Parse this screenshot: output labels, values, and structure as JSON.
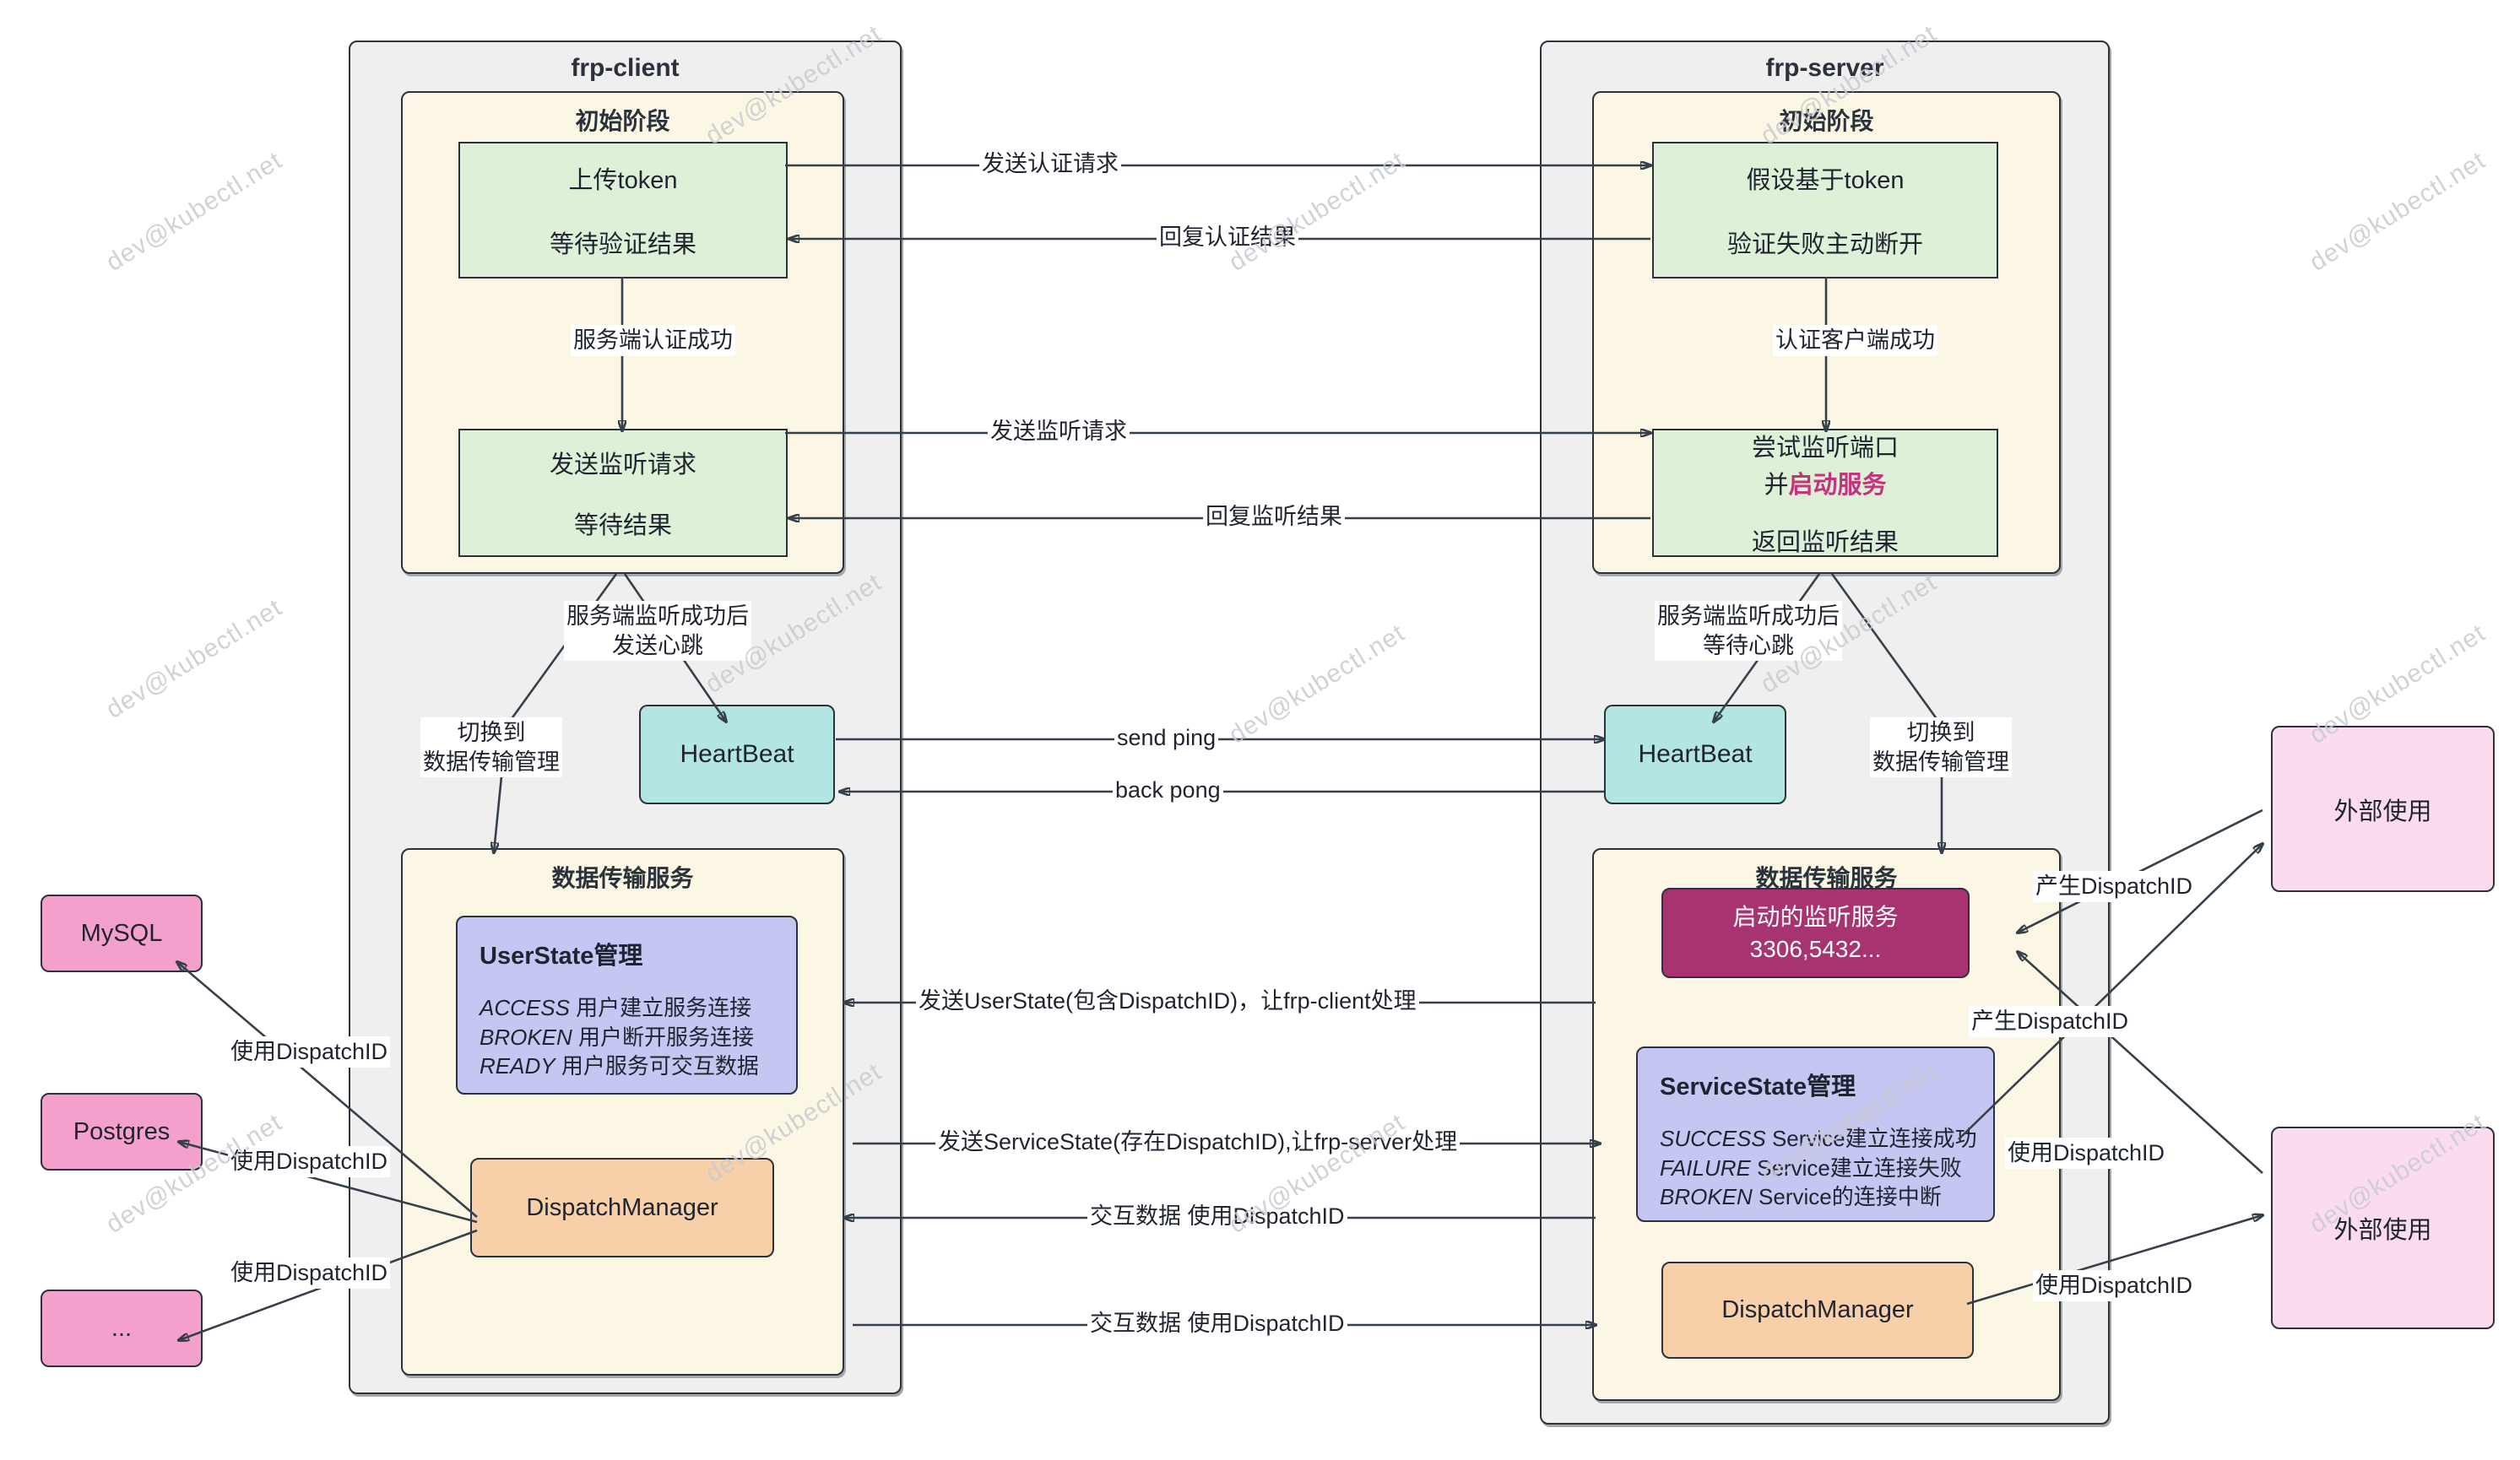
{
  "panels": {
    "client": {
      "title": "frp-client"
    },
    "server": {
      "title": "frp-server"
    }
  },
  "phases": {
    "client_init": {
      "title": "初始阶段"
    },
    "server_init": {
      "title": "初始阶段"
    },
    "client_data": {
      "title": "数据传输服务"
    },
    "server_data": {
      "title": "数据传输服务"
    }
  },
  "nodes": {
    "client_token": {
      "line1": "上传token",
      "line2": "等待验证结果"
    },
    "server_token": {
      "line1": "假设基于token",
      "line2": "验证失败主动断开"
    },
    "client_listen": {
      "line1": "发送监听请求",
      "line2": "等待结果"
    },
    "server_listen": {
      "line1": "尝试监听端口",
      "line2_prefix": "并",
      "line2_accent": "启动服务",
      "line3": "返回监听结果"
    },
    "client_heartbeat": {
      "label": "HeartBeat"
    },
    "server_heartbeat": {
      "label": "HeartBeat"
    },
    "userstate": {
      "header": "UserState管理",
      "rows": [
        {
          "state": "ACCESS",
          "desc": "用户建立服务连接"
        },
        {
          "state": "BROKEN",
          "desc": "用户断开服务连接"
        },
        {
          "state": "READY",
          "desc": " 用户服务可交互数据"
        }
      ]
    },
    "servicestate": {
      "header": "ServiceState管理",
      "rows": [
        {
          "state": "SUCCESS",
          "desc": "Service建立连接成功"
        },
        {
          "state": "FAILURE",
          "desc": "Service建立连接失败"
        },
        {
          "state": "BROKEN",
          "desc": "Service的连接中断"
        }
      ]
    },
    "client_dispatch": {
      "label": "DispatchManager"
    },
    "server_dispatch": {
      "label": "DispatchManager"
    },
    "listening_services": {
      "line1": "启动的监听服务",
      "line2": "3306,5432..."
    },
    "mysql": {
      "label": "MySQL"
    },
    "postgres": {
      "label": "Postgres"
    },
    "more_db": {
      "label": "..."
    },
    "external_top": {
      "label": "外部使用"
    },
    "external_bottom": {
      "label": "外部使用"
    }
  },
  "edges": {
    "auth_request": "发送认证请求",
    "auth_reply": "回复认证结果",
    "client_auth_ok": "服务端认证成功",
    "server_auth_ok": "认证客户端成功",
    "listen_request": "发送监听请求",
    "listen_reply": "回复监听结果",
    "client_hb_note": "服务端监听成功后\n发送心跳",
    "server_hb_note": "服务端监听成功后\n等待心跳",
    "client_switch": "切换到\n数据传输管理",
    "server_switch": "切换到\n数据传输管理",
    "send_ping": "send ping",
    "back_pong": "back pong",
    "send_userstate": "发送UserState(包含DispatchID)，让frp-client处理",
    "send_servicestate": "发送ServiceState(存在DispatchID),让frp-server处理",
    "exchange_data_1": "交互数据 使用DispatchID",
    "exchange_data_2": "交互数据 使用DispatchID",
    "use_dispatchid_mysql": "使用DispatchID",
    "use_dispatchid_postgres": "使用DispatchID",
    "use_dispatchid_more": "使用DispatchID",
    "produce_dispatchid_top": "产生DispatchID",
    "produce_dispatchid_bottom": "产生DispatchID",
    "use_dispatchid_ext_top": "使用DispatchID",
    "use_dispatchid_ext_bottom": "使用DispatchID"
  },
  "watermark": {
    "text": "dev@kubectl.net"
  },
  "colors": {
    "panel_bg": "#efefef",
    "phase_bg": "#fbf7e4",
    "green": "#dff0d8",
    "teal": "#b3e6e3",
    "purple": "#c5c6f2",
    "orange": "#f7cfa8",
    "magenta": "#a83371",
    "pink_dark": "#f4a0cd",
    "pink_light": "#fadcee",
    "accent": "#c2357c",
    "stroke": "#2b323c"
  }
}
